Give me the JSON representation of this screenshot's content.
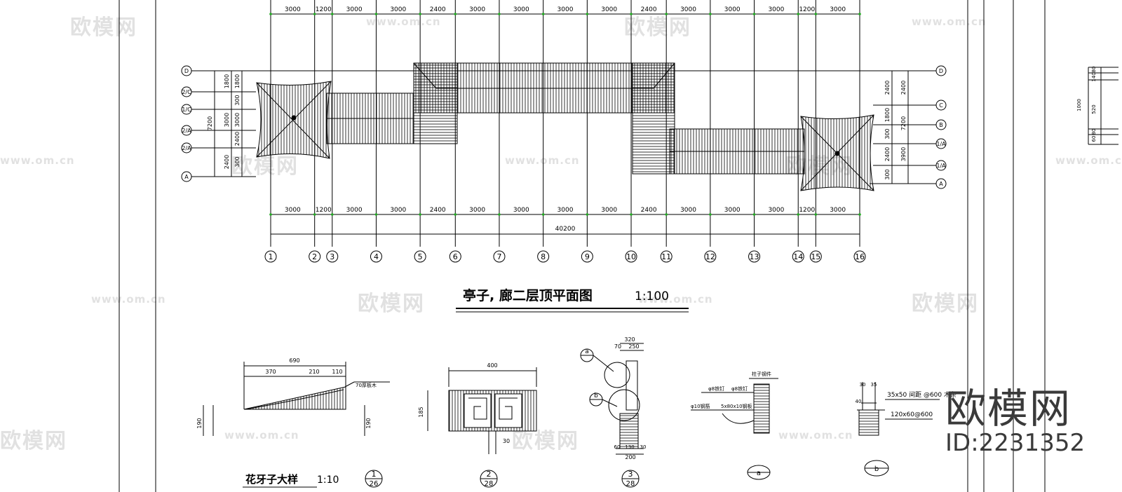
{
  "plan": {
    "title": "亭子, 廊二层顶平面图",
    "scale": "1:100",
    "top_dims": [
      "3000",
      "1200",
      "3000",
      "3000",
      "2400",
      "3000",
      "3000",
      "3000",
      "3000",
      "2400",
      "3000",
      "3000",
      "3000",
      "1200",
      "3000"
    ],
    "bottom_dims": [
      "3000",
      "1200",
      "3000",
      "3000",
      "2400",
      "3000",
      "3000",
      "3000",
      "3000",
      "2400",
      "3000",
      "3000",
      "3000",
      "1200",
      "3000"
    ],
    "total_dim": "40200",
    "axes": [
      "1",
      "2",
      "3",
      "4",
      "5",
      "6",
      "7",
      "8",
      "9",
      "10",
      "11",
      "12",
      "13",
      "14",
      "15",
      "16"
    ],
    "left_rows": [
      "D",
      "2/C",
      "1/C",
      "2/A",
      "2/A",
      "A"
    ],
    "right_rows": [
      "D",
      "C",
      "B",
      "1/A",
      "1/A",
      "A"
    ],
    "left_dims_inner": [
      "1800",
      "300",
      "3000",
      "2400",
      "300",
      "2400"
    ],
    "left_dims_outer": [
      "7200"
    ],
    "right_dims_inner": [
      "2400",
      "1800",
      "300",
      "2400",
      "300"
    ],
    "right_dims_mid": [
      "2400",
      "7200",
      "3900"
    ],
    "far_right_dims": [
      "1000",
      "520",
      "80",
      "140",
      "80",
      "60"
    ]
  },
  "details": {
    "d1_title": "花牙子大样",
    "d1_scale": "1:10",
    "d1_dims": [
      "690",
      "370",
      "210",
      "110",
      "190",
      "190",
      "70"
    ],
    "d1_note": "70厚板木",
    "d1_callout_num": "1",
    "d1_callout_sheet": "26",
    "d2_dims": [
      "400",
      "185",
      "30"
    ],
    "d2_callout_num": "2",
    "d2_callout_sheet": "28",
    "d3_dims": [
      "320",
      "70",
      "250",
      "200",
      "130",
      "60",
      "30"
    ],
    "d3_marks": [
      "a",
      "b"
    ],
    "d3_callout_num": "3",
    "d3_callout_sheet": "28",
    "d4_notes": [
      "φ8铁钉",
      "φ8铁钉",
      "φ10钢筋",
      "5x80x10钢板",
      "柱子钢件"
    ],
    "d4_callout": "a",
    "d5_notes": [
      "35x50 间距 @600 木条",
      "120x60@600",
      "30",
      "35",
      "40"
    ],
    "d5_callout": "b"
  },
  "watermark": {
    "cn": "欧模网",
    "url": "www.om.cn",
    "brand": "欧模网",
    "id": "ID:2231352"
  }
}
